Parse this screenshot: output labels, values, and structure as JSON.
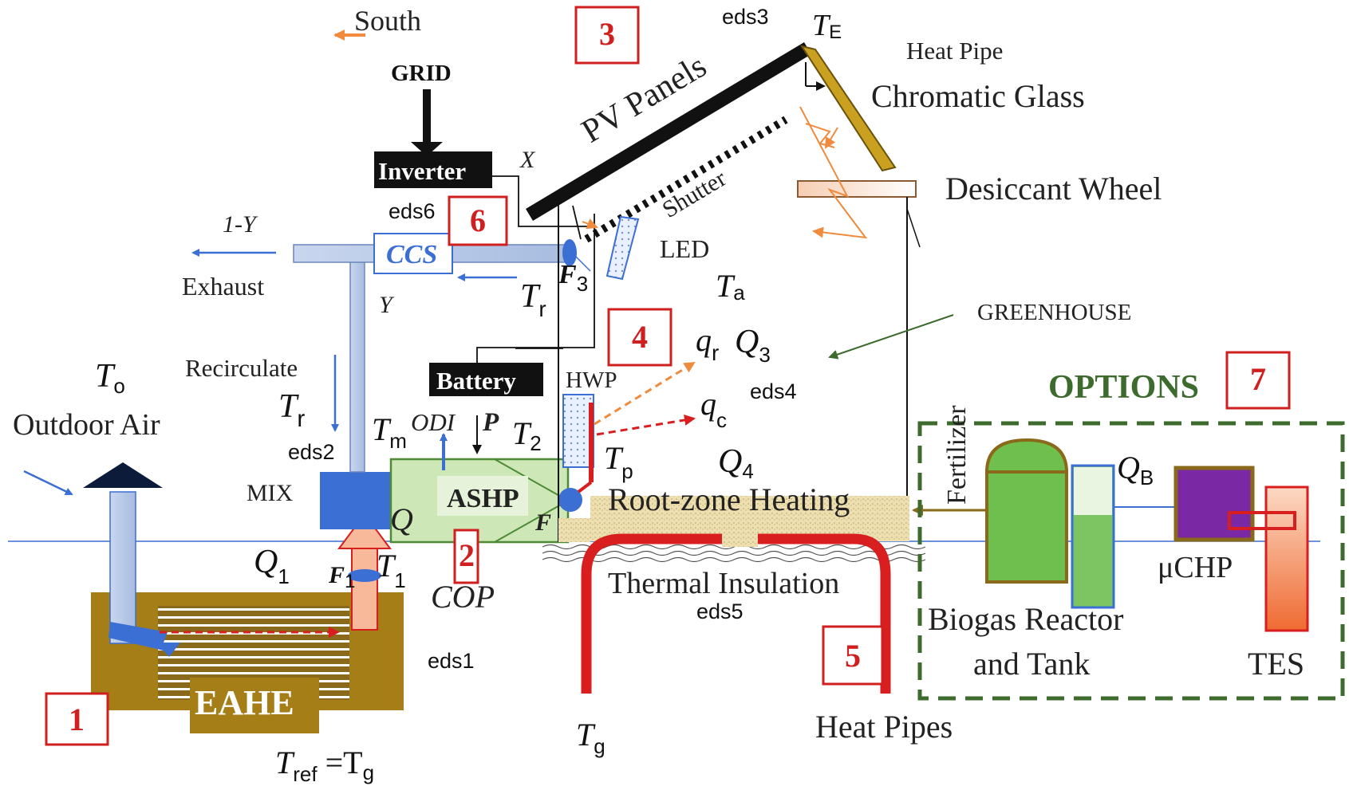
{
  "labels": {
    "south": "South",
    "grid": "GRID",
    "inverter": "Inverter",
    "x": "X",
    "pv_panels": "PV Panels",
    "eds3": "eds3",
    "te_main": "T",
    "te_sub": "E",
    "heat_pipe": "Heat Pipe",
    "chromatic_glass": "Chromatic Glass",
    "desiccant_wheel": "Desiccant Wheel",
    "shutter": "Shutter",
    "led": "LED",
    "eds6": "eds6",
    "ccs": "CCS",
    "one_minus_y": "1-Y",
    "exhaust": "Exhaust",
    "y": "Y",
    "f3_main": "F",
    "f3_sub": "3",
    "tr_main": "T",
    "tr_sub": "r",
    "ta_main": "T",
    "ta_sub": "a",
    "greenhouse": "GREENHOUSE",
    "recirculate": "Recirculate",
    "qr_main": "q",
    "qr_sub": "r",
    "q3_main": "Q",
    "q3_sub": "3",
    "eds4": "eds4",
    "to_main": "T",
    "to_sub": "o",
    "outdoor_air": "Outdoor Air",
    "tr2_main": "T",
    "tr2_sub": "r",
    "battery": "Battery",
    "hwp": "HWP",
    "odi": "ODI",
    "p": "P",
    "t2_main": "T",
    "t2_sub": "2",
    "tm_main": "T",
    "tm_sub": "m",
    "eds2": "eds2",
    "qc_main": "q",
    "qc_sub": "c",
    "tp_main": "T",
    "tp_sub": "p",
    "q4_main": "Q",
    "q4_sub": "4",
    "options": "OPTIONS",
    "fertilizer": "Fertilizer",
    "qb_main": "Q",
    "qb_sub": "B",
    "mix": "MIX",
    "ashp": "ASHP",
    "q_left": "Q",
    "f_right": "F",
    "root_zone_heating": "Root-zone Heating",
    "q1_main": "Q",
    "q1_sub": "1",
    "f1_main": "F",
    "f1_sub": "1",
    "t1_main": "T",
    "t1_sub": "1",
    "cop": "COP",
    "thermal_insulation": "Thermal Insulation",
    "eds5": "eds5",
    "mu_chp": "μCHP",
    "biogas_reactor_1": "Biogas Reactor",
    "biogas_reactor_2": "and Tank",
    "tes": "TES",
    "eds1": "eds1",
    "eahe": "EAHE",
    "tg_main": "T",
    "tg_sub": "g",
    "heat_pipes": "Heat Pipes",
    "tref_main": "T",
    "tref_sub": "ref",
    "tref_eq": " =T",
    "tref_g": "g"
  },
  "markers": {
    "m1": "1",
    "m2": "2",
    "m3": "3",
    "m4": "4",
    "m5": "5",
    "m6": "6",
    "m7": "7"
  }
}
